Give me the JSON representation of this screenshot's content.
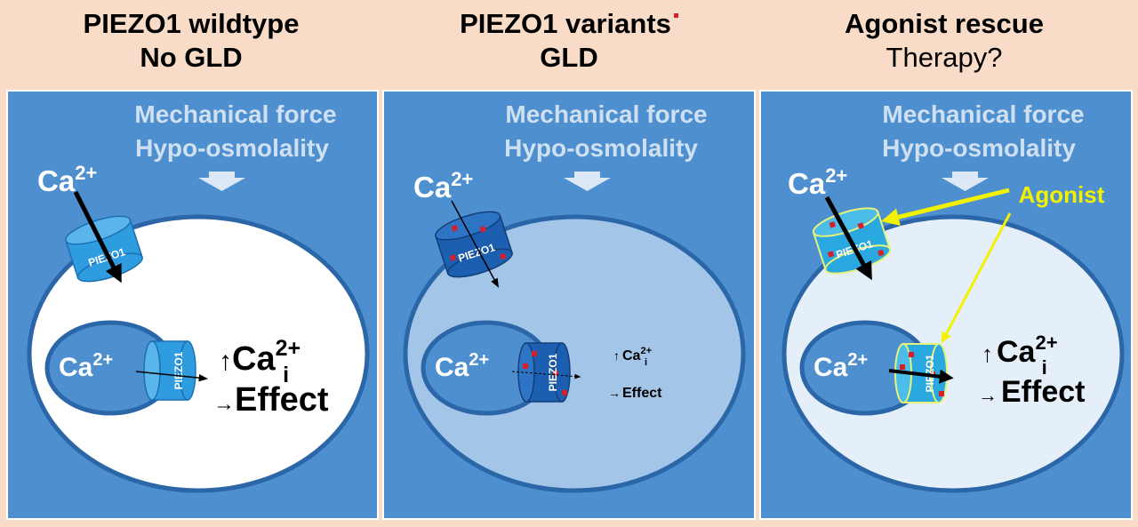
{
  "panels": [
    {
      "title_line1": "PIEZO1 wildtype",
      "title_line2": "No GLD",
      "force_line1": "Mechanical force",
      "force_line2": "Hypo-osmolality",
      "ca_outside": "Ca",
      "ca_nucleus": "Ca",
      "charge": "2+",
      "channel_label": "PIEZO1",
      "up_arrow": "↑",
      "right_arrow": "→",
      "effect_ca": "Ca",
      "effect_sub": "i",
      "effect_label": "Effect"
    },
    {
      "title_line1": "PIEZO1 variants",
      "title_line2": "GLD",
      "force_line1": "Mechanical force",
      "force_line2": "Hypo-osmolality",
      "ca_outside": "Ca",
      "ca_nucleus": "Ca",
      "charge": "2+",
      "channel_label": "PIEZO1",
      "up_arrow": "↑",
      "right_arrow": "→",
      "effect_ca": "Ca",
      "effect_sub": "i",
      "effect_label": "Effect"
    },
    {
      "title_line1": "Agonist rescue",
      "title_line2": "Therapy?",
      "force_line1": "Mechanical force",
      "force_line2": "Hypo-osmolality",
      "ca_outside": "Ca",
      "ca_nucleus": "Ca",
      "charge": "2+",
      "channel_label": "PIEZO1",
      "up_arrow": "↑",
      "right_arrow": "→",
      "effect_ca": "Ca",
      "effect_sub": "i",
      "effect_label": "Effect",
      "agonist_label": "Agonist"
    }
  ],
  "colors": {
    "background": "#f9dcc8",
    "panel_blue": "#4d8fcf",
    "cell_white": "#ffffff",
    "cell_variant": "#a3c5e8",
    "cell_rescue": "#e4eff9",
    "channel_normal": "#2f9ce0",
    "channel_variant": "#1c5fb0",
    "channel_rescue": "#29a9df",
    "mutation_red": "#d4202a",
    "agonist_yellow": "#f2f200",
    "force_text": "#cfe0f2"
  }
}
